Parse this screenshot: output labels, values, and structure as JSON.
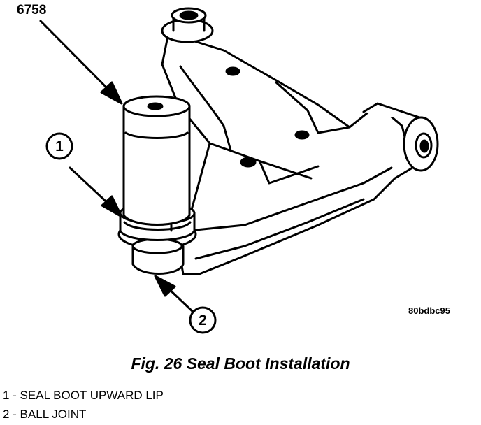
{
  "figure": {
    "tool_number": "6758",
    "image_code": "80bdbc95",
    "caption": "Fig. 26 Seal Boot Installation"
  },
  "callouts": [
    {
      "number": "1"
    },
    {
      "number": "2"
    }
  ],
  "legend": [
    {
      "text": "1 - SEAL BOOT UPWARD LIP"
    },
    {
      "text": "2 - BALL JOINT"
    }
  ]
}
